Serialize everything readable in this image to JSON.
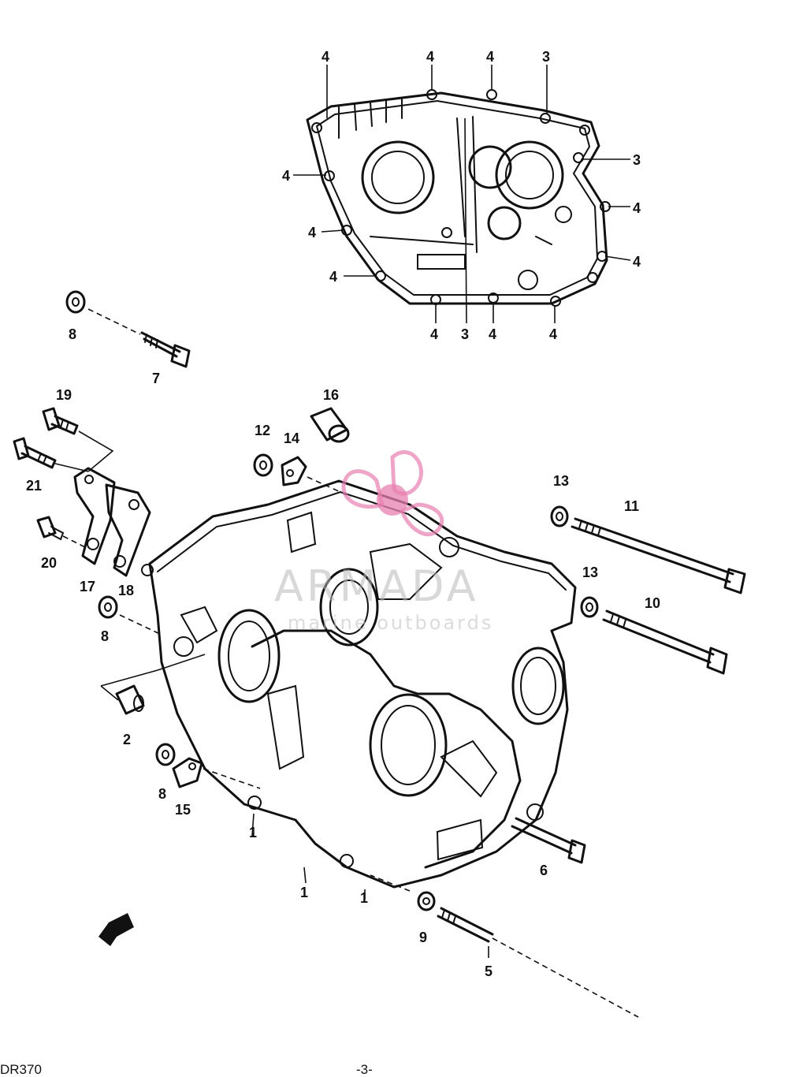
{
  "callouts": {
    "c1": "1",
    "c1b": "1",
    "c1c": "1",
    "c2": "2",
    "c3a": "3",
    "c3b": "3",
    "c3c": "3",
    "c4": "4",
    "c5": "5",
    "c6": "6",
    "c7": "7",
    "c8": "8",
    "c9": "9",
    "c10": "10",
    "c11": "11",
    "c12": "12",
    "c13": "13",
    "c14": "14",
    "c15": "15",
    "c16": "16",
    "c17": "17",
    "c18": "18",
    "c19": "19",
    "c20": "20",
    "c21": "21"
  },
  "watermark": {
    "brand": "ARMADA",
    "tagline": "marine outboards",
    "colors": {
      "logo": "#e87fb0",
      "text": "#b9b9b9"
    }
  },
  "footer": {
    "code": "DR370",
    "page": "-3-"
  },
  "icons": {
    "direction": "front-arrow-icon"
  }
}
